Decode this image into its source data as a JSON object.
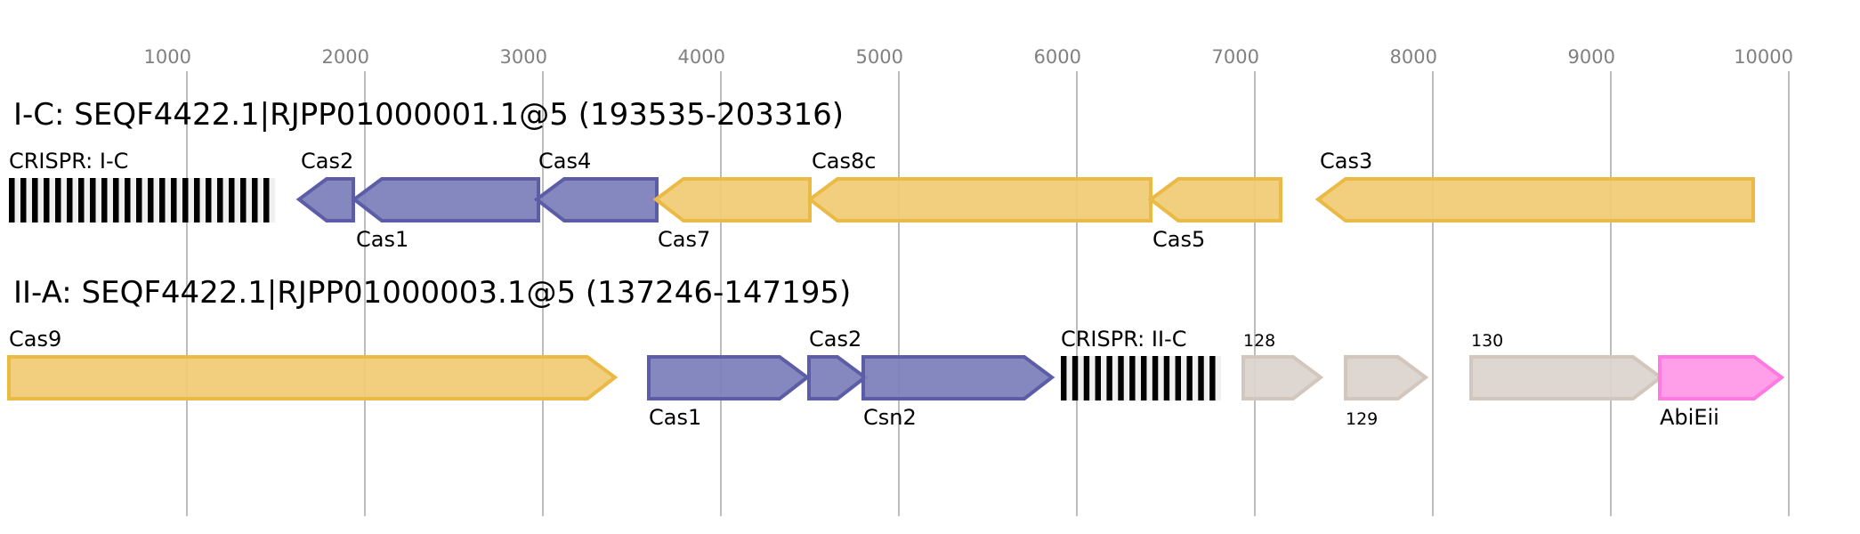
{
  "chart_data": {
    "type": "gene-map",
    "title": "",
    "xlabel": "",
    "ylabel": "",
    "x_axis": {
      "range": [
        0,
        10000
      ],
      "ticks": [
        1000,
        2000,
        3000,
        4000,
        5000,
        6000,
        7000,
        8000,
        9000,
        10000
      ],
      "tick_labels": [
        "1000",
        "2000",
        "3000",
        "4000",
        "5000",
        "6000",
        "7000",
        "8000",
        "9000",
        "10000"
      ],
      "grid": true
    },
    "colors": {
      "adaptation": "#5b5ea6",
      "effector": "#ebba45",
      "other": "#d3c7bd",
      "abi": "#ff7ae0",
      "crispr_bar": "#000000",
      "crispr_gap": "#f0f0f0"
    },
    "loci": [
      {
        "title": "I-C: SEQF4422.1|RJPP01000001.1@5 (193535-203316)",
        "features": [
          {
            "kind": "crispr",
            "label": "CRISPR: I-C",
            "start": 0,
            "end": 1495,
            "repeats": 23,
            "label_pos": "above"
          },
          {
            "kind": "gene",
            "label": "Cas2",
            "start": 1630,
            "end": 1935,
            "strand": "-",
            "category": "adaptation",
            "label_pos": "above"
          },
          {
            "kind": "gene",
            "label": "Cas1",
            "start": 1940,
            "end": 2975,
            "strand": "-",
            "category": "adaptation",
            "label_pos": "below"
          },
          {
            "kind": "gene",
            "label": "Cas4",
            "start": 2965,
            "end": 3640,
            "strand": "-",
            "category": "adaptation",
            "label_pos": "above"
          },
          {
            "kind": "gene",
            "label": "Cas7",
            "start": 3635,
            "end": 4500,
            "strand": "-",
            "category": "effector",
            "label_pos": "below"
          },
          {
            "kind": "gene",
            "label": "Cas8c",
            "start": 4500,
            "end": 6415,
            "strand": "-",
            "category": "effector",
            "label_pos": "above"
          },
          {
            "kind": "gene",
            "label": "Cas5",
            "start": 6415,
            "end": 7145,
            "strand": "-",
            "category": "effector",
            "label_pos": "below"
          },
          {
            "kind": "gene",
            "label": "Cas3",
            "start": 7355,
            "end": 9800,
            "strand": "-",
            "category": "effector",
            "label_pos": "above"
          }
        ]
      },
      {
        "title": "II-A: SEQF4422.1|RJPP01000003.1@5 (137246-147195)",
        "features": [
          {
            "kind": "gene",
            "label": "Cas9",
            "start": 0,
            "end": 3405,
            "strand": "+",
            "category": "effector",
            "label_pos": "above"
          },
          {
            "kind": "gene",
            "label": "Cas1",
            "start": 3595,
            "end": 4485,
            "strand": "+",
            "category": "adaptation",
            "label_pos": "below"
          },
          {
            "kind": "gene",
            "label": "Cas2",
            "start": 4495,
            "end": 4810,
            "strand": "+",
            "category": "adaptation",
            "label_pos": "above"
          },
          {
            "kind": "gene",
            "label": "Csn2",
            "start": 4800,
            "end": 5860,
            "strand": "+",
            "category": "adaptation",
            "label_pos": "below"
          },
          {
            "kind": "crispr",
            "label": "CRISPR: II-C",
            "start": 5910,
            "end": 6810,
            "repeats": 14,
            "label_pos": "above"
          },
          {
            "kind": "gene",
            "label": "128",
            "start": 6935,
            "end": 7370,
            "strand": "+",
            "category": "other",
            "label_pos": "above",
            "small_label": true
          },
          {
            "kind": "gene",
            "label": "129",
            "start": 7510,
            "end": 7960,
            "strand": "+",
            "category": "other",
            "label_pos": "below",
            "small_label": true
          },
          {
            "kind": "gene",
            "label": "130",
            "start": 8215,
            "end": 9280,
            "strand": "+",
            "category": "other",
            "label_pos": "above",
            "small_label": true
          },
          {
            "kind": "gene",
            "label": "AbiEii",
            "start": 9275,
            "end": 9960,
            "strand": "+",
            "category": "abi",
            "label_pos": "below"
          }
        ]
      }
    ]
  }
}
